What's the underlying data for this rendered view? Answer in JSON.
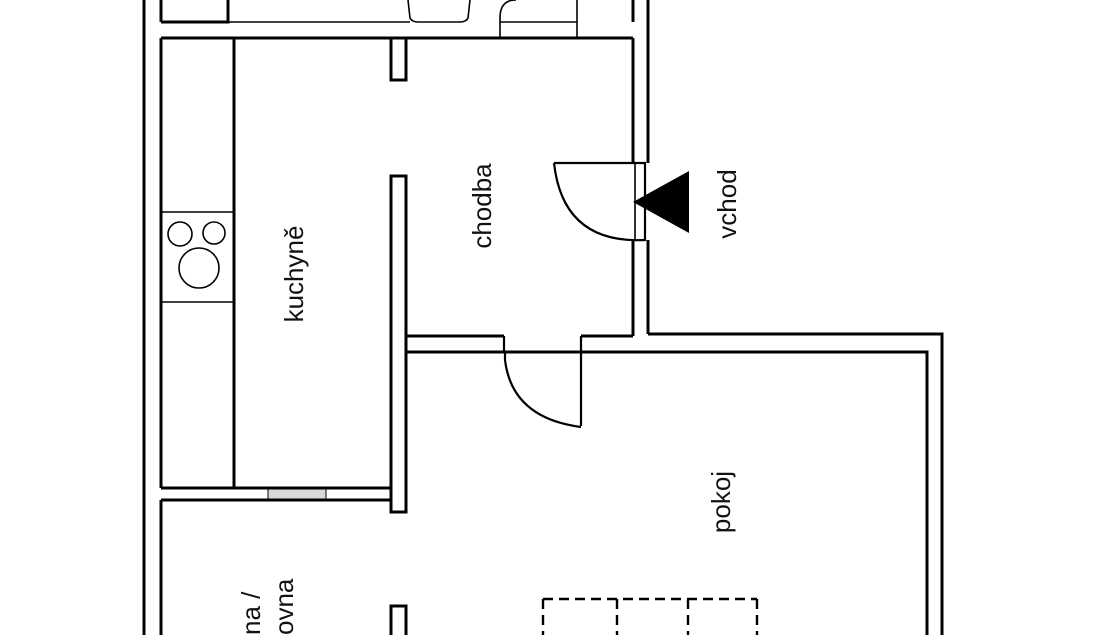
{
  "floorplan": {
    "rooms": {
      "hallway": "chodba",
      "kitchen": "kuchyně",
      "room": "pokoj",
      "bedroom_partial_line1": "na /",
      "bedroom_partial_line2": "ovna"
    },
    "entrance": {
      "label": "vchod",
      "arrow_icon": "entrance-arrow-icon"
    },
    "colors": {
      "wall": "#000000",
      "background": "#ffffff",
      "window": "#d8d8d8"
    }
  }
}
